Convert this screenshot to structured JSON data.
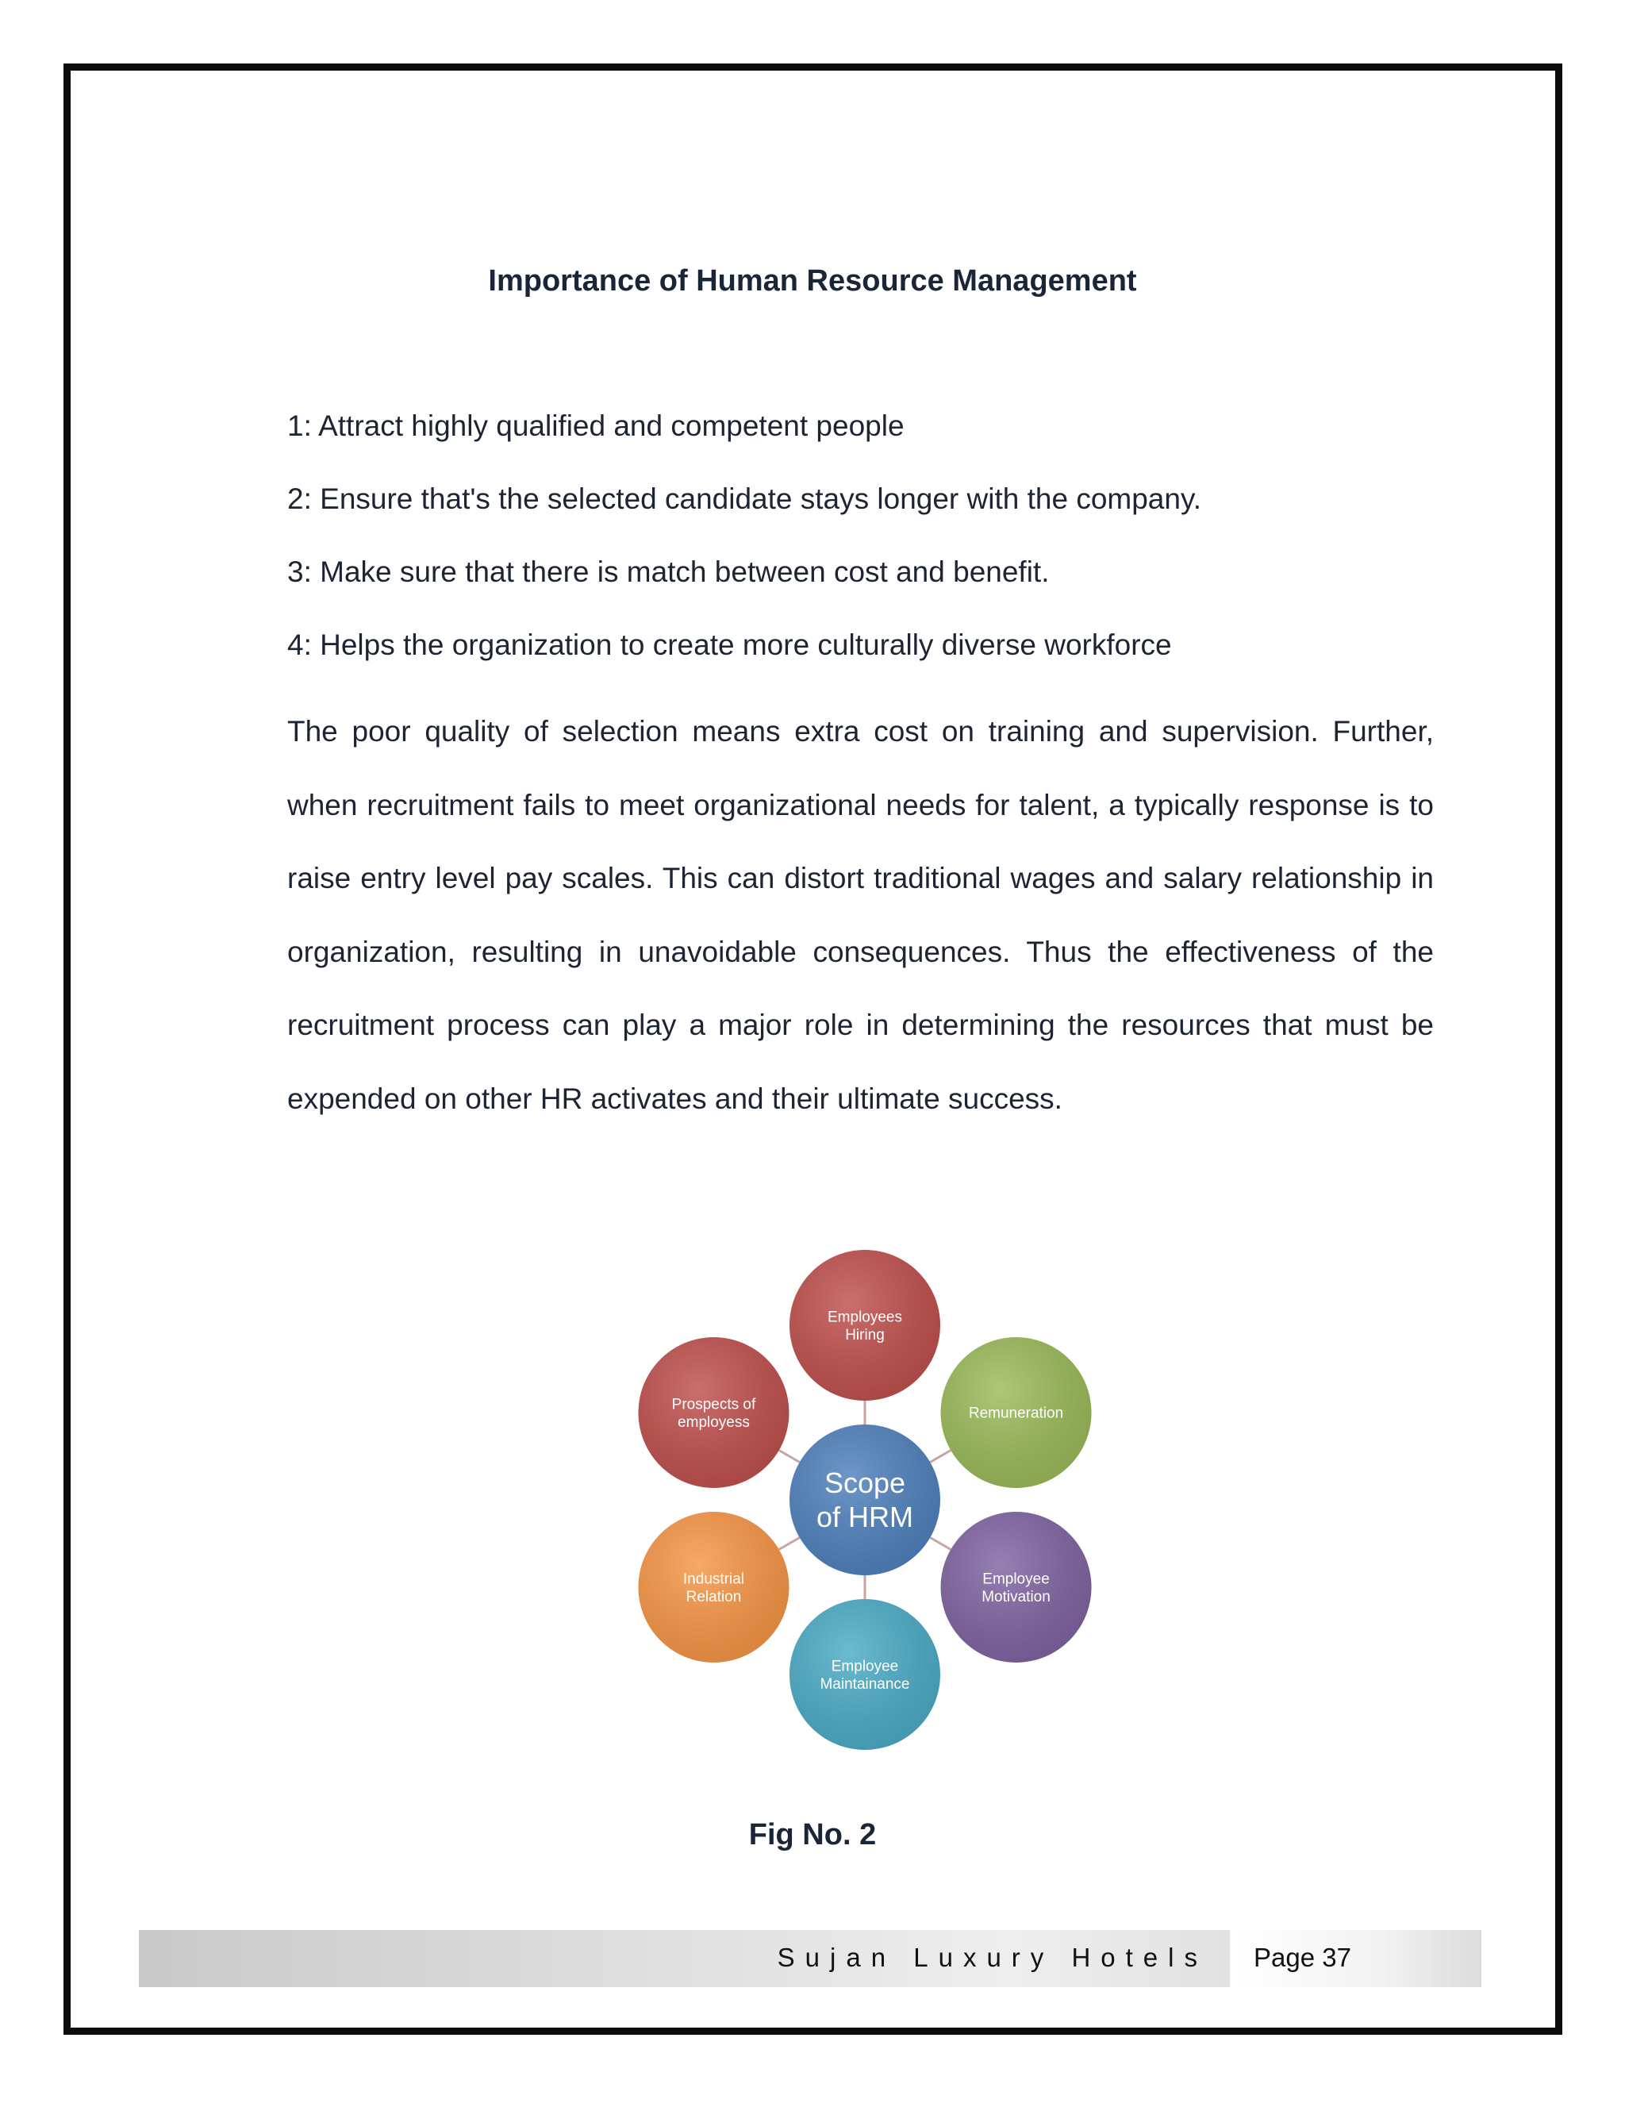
{
  "document": {
    "title": "Importance of Human Resource Management",
    "points": [
      "1: Attract highly qualified and competent people",
      "2: Ensure that's the selected candidate stays longer with the company.",
      "3: Make sure that there is match between cost and benefit.",
      "4: Helps the organization to create more culturally diverse workforce"
    ],
    "paragraph": "The poor quality of selection means extra cost on training and supervision. Further, when recruitment fails to meet organizational needs for talent, a typically response is to raise entry level pay scales. This can distort traditional wages and salary relationship in organization, resulting in unavoidable consequences. Thus the effectiveness of the recruitment process can play a major role in determining the resources that must be expended on other HR activates and their ultimate success.",
    "caption": "Fig No. 2"
  },
  "diagram": {
    "center": {
      "line1": "Scope",
      "line2": "of HRM",
      "color": "#4f81bd"
    },
    "nodes": [
      {
        "line1": "Employees",
        "line2": "Hiring",
        "color": "#c0504d"
      },
      {
        "line1": "Remuneration",
        "line2": "",
        "color": "#9bbb59"
      },
      {
        "line1": "Employee",
        "line2": "Motivation",
        "color": "#8064a2"
      },
      {
        "line1": "Employee",
        "line2": "Maintainance",
        "color": "#4bacc6"
      },
      {
        "line1": "Industrial",
        "line2": "Relation",
        "color": "#f79646"
      },
      {
        "line1": "Prospects of",
        "line2": "employess",
        "color": "#c0504d"
      }
    ],
    "connector_color": "#c9a3a3"
  },
  "footer": {
    "hotel": "Sujan Luxury Hotels",
    "page": "Page 37"
  }
}
